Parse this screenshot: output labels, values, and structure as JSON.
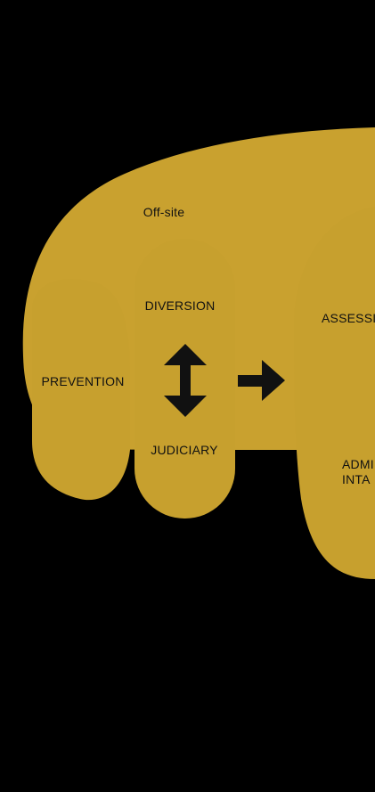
{
  "colors": {
    "background": "#000000",
    "outer_blob": "#c9a12f",
    "inner_pills": "#c7a02e",
    "ink": "#111111"
  },
  "labels": {
    "off_site": "Off-site",
    "diversion": "DIVERSION",
    "prevention": "PREVENTION",
    "judiciary": "JUDICIARY",
    "assessment": "ASSESSI",
    "admission_intake": "ADMI\nINTA"
  },
  "icons": {
    "bidirectional_arrow": "double-headed-vertical-arrow",
    "forward_arrow": "right-arrow"
  }
}
